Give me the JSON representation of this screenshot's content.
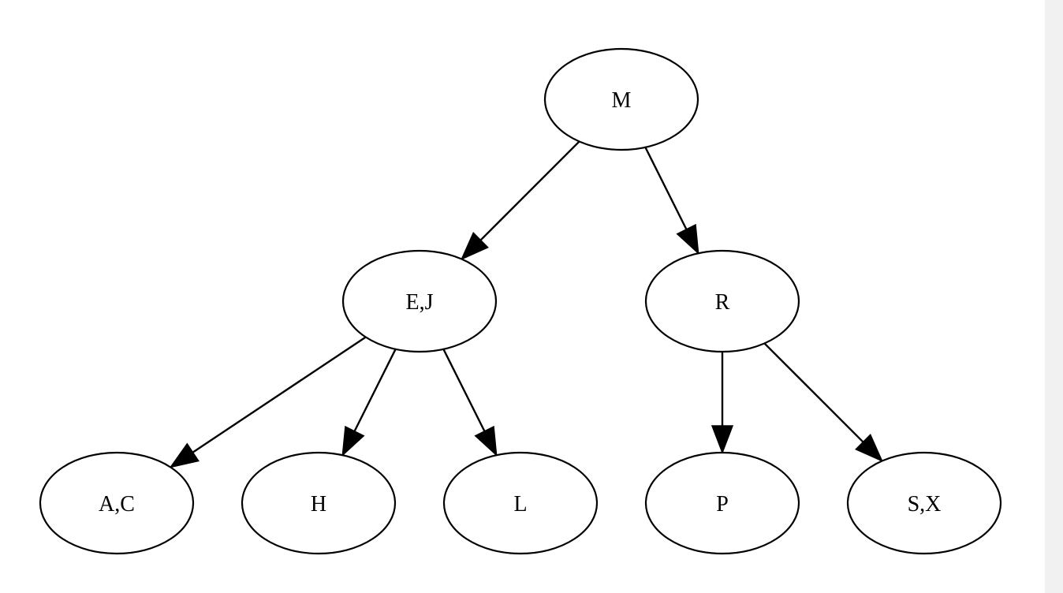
{
  "diagram": {
    "type": "directed-tree",
    "colors": {
      "background": "#ffffff",
      "stroke": "#000000",
      "scroll_track": "#f1f1f1"
    },
    "nodes": [
      {
        "id": "m",
        "label": "M"
      },
      {
        "id": "ej",
        "label": "E,J"
      },
      {
        "id": "r",
        "label": "R"
      },
      {
        "id": "ac",
        "label": "A,C"
      },
      {
        "id": "h",
        "label": "H"
      },
      {
        "id": "l",
        "label": "L"
      },
      {
        "id": "p",
        "label": "P"
      },
      {
        "id": "sx",
        "label": "S,X"
      }
    ],
    "edges": [
      {
        "from": "m",
        "to": "ej"
      },
      {
        "from": "m",
        "to": "r"
      },
      {
        "from": "ej",
        "to": "ac"
      },
      {
        "from": "ej",
        "to": "h"
      },
      {
        "from": "ej",
        "to": "l"
      },
      {
        "from": "r",
        "to": "p"
      },
      {
        "from": "r",
        "to": "sx"
      }
    ]
  }
}
